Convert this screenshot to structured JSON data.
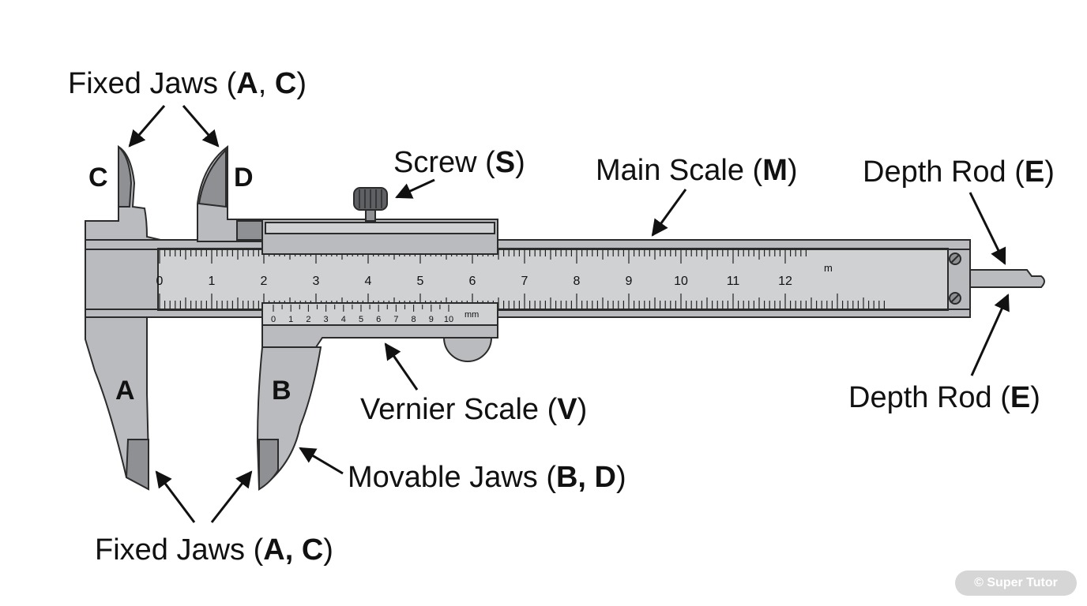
{
  "labels": {
    "fixed_jaws_top": {
      "text": "Fixed Jaws (",
      "bold": "A",
      "sep": ", ",
      "bold2": "C",
      "close": ")"
    },
    "screw": {
      "text": "Screw (",
      "bold": "S",
      "close": ")"
    },
    "main_scale": {
      "text": "Main Scale (",
      "bold": "M",
      "close": ")"
    },
    "depth_rod_top": {
      "text": "Depth Rod (",
      "bold": "E",
      "close": ")"
    },
    "depth_rod_bottom": {
      "text": "Depth Rod (",
      "bold": "E",
      "close": ")"
    },
    "vernier_scale": {
      "text": "Vernier Scale (",
      "bold": "V",
      "close": ")"
    },
    "movable_jaws": {
      "text": "Movable Jaws (",
      "bold": "B, D",
      "close": ")"
    },
    "fixed_jaws_bottom": {
      "text": "Fixed Jaws (",
      "bold": "A, C",
      "close": ")"
    }
  },
  "jaw_letters": {
    "c": "C",
    "d": "D",
    "a": "A",
    "b": "B"
  },
  "main_scale_numbers": [
    "0",
    "1",
    "2",
    "3",
    "4",
    "5",
    "6",
    "7",
    "8",
    "9",
    "10",
    "11",
    "12"
  ],
  "main_scale_unit": "m",
  "vernier_numbers": [
    "0",
    "1",
    "2",
    "3",
    "4",
    "5",
    "6",
    "7",
    "8",
    "9",
    "10"
  ],
  "vernier_unit": "mm",
  "watermark": "© Super Tutor"
}
